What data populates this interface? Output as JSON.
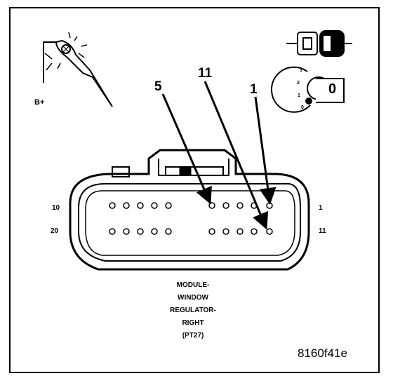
{
  "callouts": {
    "pin5": "5",
    "pin11": "11",
    "pin1": "1"
  },
  "row_labels": {
    "top_left": "10",
    "top_right": "1",
    "bottom_left": "20",
    "bottom_right": "11"
  },
  "test_light": {
    "label": "B+"
  },
  "ignition": {
    "positions": [
      "3",
      "2",
      "1",
      "0"
    ],
    "key_label": "0"
  },
  "connector_caption": [
    "MODULE-",
    "WINDOW",
    "REGULATOR-",
    "RIGHT",
    "(PT27)"
  ],
  "figure_code": "8160f41e"
}
